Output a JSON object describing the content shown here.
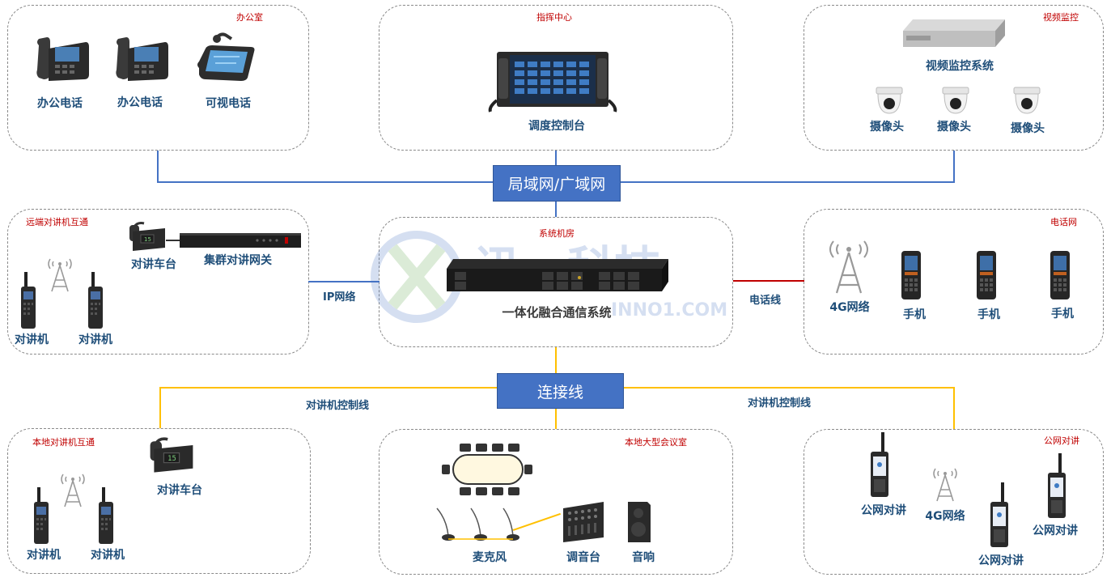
{
  "hubs": {
    "network": "局域网/广域网",
    "connector": "连接线"
  },
  "links": {
    "ip_network": "IP网络",
    "phone_line": "电话线",
    "radio_ctrl_left": "对讲机控制线",
    "radio_ctrl_right": "对讲机控制线"
  },
  "zones": {
    "office": {
      "title": "办公室",
      "devices": [
        "办公电话",
        "办公电话",
        "可视电话"
      ]
    },
    "command": {
      "title": "指挥中心",
      "device": "调度控制台"
    },
    "video": {
      "title": "视频监控",
      "system": "视频监控系统",
      "cameras": [
        "摄像头",
        "摄像头",
        "摄像头"
      ]
    },
    "remote": {
      "title": "远端对讲机互通",
      "vehicle": "对讲车台",
      "gateway": "集群对讲网关",
      "radios": [
        "对讲机",
        "对讲机"
      ]
    },
    "machine_room": {
      "title": "系统机房",
      "system": "一体化融合通信系统"
    },
    "phone_net": {
      "title": "电话网",
      "network": "4G网络",
      "phones": [
        "手机",
        "手机",
        "手机"
      ]
    },
    "local": {
      "title": "本地对讲机互通",
      "vehicle": "对讲车台",
      "radios": [
        "对讲机",
        "对讲机"
      ]
    },
    "meeting": {
      "title": "本地大型会议室",
      "mic": "麦克风",
      "mixer": "调音台",
      "speaker": "音响"
    },
    "public": {
      "title": "公网对讲",
      "network": "4G网络",
      "radios": [
        "公网对讲",
        "公网对讲",
        "公网对讲"
      ]
    }
  },
  "watermark": {
    "brand": "讯一科技",
    "site": "INNO1.COM"
  },
  "colors": {
    "hub": "#4472c4",
    "label": "#1f4e79",
    "title": "#c00000",
    "blue_line": "#4472c4",
    "gold_line": "#ffc000",
    "red_line": "#c00000"
  }
}
